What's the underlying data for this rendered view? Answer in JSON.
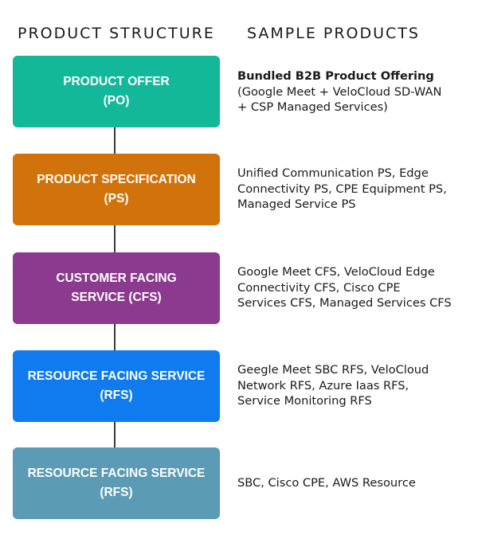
{
  "headers": {
    "structure": "PRODUCT STRUCTURE",
    "samples": "SAMPLE PRODUCTS"
  },
  "levels": [
    {
      "box_lines": [
        "PRODUCT OFFER",
        "(PO)"
      ],
      "color": "#13b89a",
      "desc_title": "Bundled B2B Product Offering",
      "desc_lines": [
        "(Google Meet + VeloCloud SD-WAN",
        "+ CSP Managed Services)"
      ]
    },
    {
      "box_lines": [
        "PRODUCT SPECIFICATION",
        "(PS)"
      ],
      "color": "#d2720a",
      "desc_lines": [
        "Unified Communication PS, Edge",
        "Connectivity PS, CPE Equipment PS,",
        "Managed Service PS"
      ]
    },
    {
      "box_lines": [
        "CUSTOMER FACING",
        "SERVICE (CFS)"
      ],
      "color": "#8b3a8f",
      "desc_lines": [
        "Google Meet CFS, VeloCloud Edge",
        "Connectivity CFS, Cisco CPE",
        "Services CFS, Managed Services CFS"
      ]
    },
    {
      "box_lines": [
        "RESOURCE FACING SERVICE",
        "(RFS)"
      ],
      "color": "#0f7bef",
      "desc_lines": [
        "Geegle Meet SBC RFS, VeloCloud",
        "Network RFS, Azure Iaas RFS,",
        "Service Monitoring RFS"
      ]
    },
    {
      "box_lines": [
        "RESOURCE FACING SERVICE",
        "(RFS)"
      ],
      "color": "#5b9bb5",
      "desc_lines": [
        "SBC, Cisco CPE, AWS Resource"
      ]
    }
  ]
}
